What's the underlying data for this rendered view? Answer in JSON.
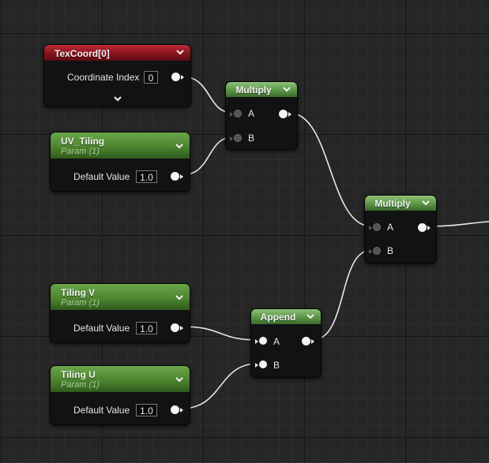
{
  "nodes": {
    "texcoord": {
      "title": "TexCoord[0]",
      "pin_label": "Coordinate Index",
      "value": "0"
    },
    "uv_tiling": {
      "title": "UV_Tiling",
      "subtitle": "Param (1)",
      "pin_label": "Default Value",
      "value": "1.0"
    },
    "tiling_v": {
      "title": "Tiling V",
      "subtitle": "Param (1)",
      "pin_label": "Default Value",
      "value": "1.0"
    },
    "tiling_u": {
      "title": "Tiling U",
      "subtitle": "Param (1)",
      "pin_label": "Default Value",
      "value": "1.0"
    },
    "multiply_1": {
      "title": "Multiply",
      "input_a": "A",
      "input_b": "B"
    },
    "multiply_2": {
      "title": "Multiply",
      "input_a": "A",
      "input_b": "B"
    },
    "append": {
      "title": "Append",
      "input_a": "A",
      "input_b": "B"
    }
  },
  "icons": {
    "collapse": "chevron-down-icon",
    "expand": "chevron-down-icon",
    "output_pin": "pin-dot-arrow-icon",
    "input_pin": "pin-dot-arrow-icon"
  },
  "colors": {
    "graph_background": "#262626",
    "wire": "#e8e8e8",
    "texcoord_header": "#86131d",
    "param_header": "#4d8530",
    "math_header": "#5f9a4a",
    "node_body": "#111214"
  }
}
